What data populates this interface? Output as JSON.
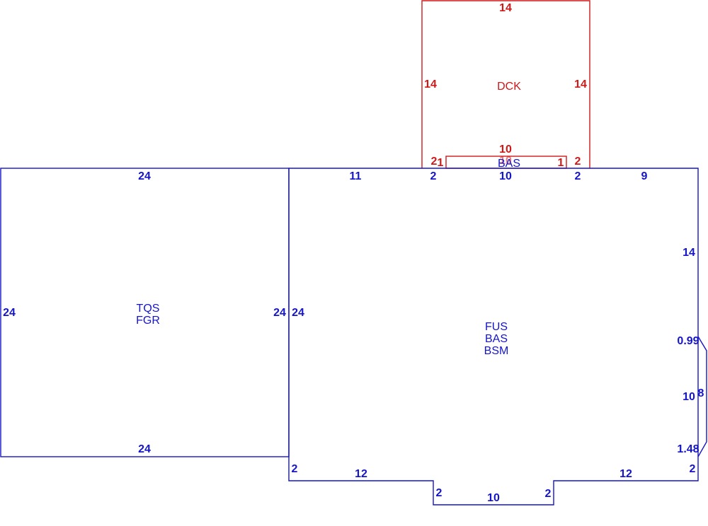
{
  "deck": {
    "name": "DCK",
    "color": "#d01818",
    "dims": {
      "top": "14",
      "left": "14",
      "right": "14",
      "bottom": "10",
      "step_left": "2",
      "step_left_inner": "1",
      "step_right": "2",
      "step_right_inner": "1",
      "small_box_top": "10"
    }
  },
  "garage": {
    "names": [
      "TQS",
      "FGR"
    ],
    "color": "#1515c8",
    "dims": {
      "top": "24",
      "bottom": "24",
      "left": "24",
      "right": "24"
    }
  },
  "main": {
    "names": [
      "FUS",
      "BAS",
      "BSM"
    ],
    "color": "#1515c8",
    "dims": {
      "left": "24",
      "top_1": "11",
      "top_2": "2",
      "top_3": "10",
      "top_4": "2",
      "top_5": "9",
      "right_upper": "14",
      "bay_top": "0.99",
      "bay_side": "10",
      "bay_outer": "8",
      "bay_bottom": "1.48",
      "right_lower": "2",
      "bottom_right": "12",
      "notch_right": "2",
      "notch_bottom": "10",
      "notch_left": "2",
      "bottom_left": "12",
      "left_lower": "2"
    }
  },
  "bump_label": "BAS"
}
